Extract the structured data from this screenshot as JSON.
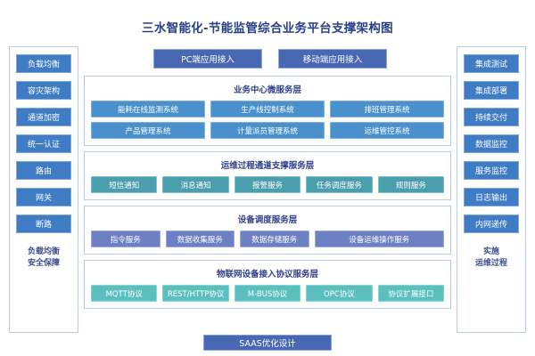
{
  "title": "三水智能化-节能监管综合业务平台支撑架构图",
  "access": {
    "items": [
      {
        "label": "PC端应用接入"
      },
      {
        "label": "移动端应用接入"
      }
    ]
  },
  "left_column": {
    "items": [
      {
        "label": "负载均衡"
      },
      {
        "label": "容灾架构"
      },
      {
        "label": "通道加密"
      },
      {
        "label": "统一认证"
      },
      {
        "label": "路由"
      },
      {
        "label": "网关"
      },
      {
        "label": "断路"
      }
    ],
    "caption_line1": "负载均衡",
    "caption_line2": "安全保障"
  },
  "right_column": {
    "items": [
      {
        "label": "集成测试"
      },
      {
        "label": "集成部署"
      },
      {
        "label": "持续交付"
      },
      {
        "label": "数据监控"
      },
      {
        "label": "服务监控"
      },
      {
        "label": "日志输出"
      },
      {
        "label": "内网递传"
      }
    ],
    "caption_line1": "实施",
    "caption_line2": "运维过程"
  },
  "layers": [
    {
      "id": "business",
      "title": "业务中心微服务层",
      "color": "#4a90cd",
      "rows": [
        [
          "能耗在线监测系统",
          "生产线控制系统",
          "排班管理系统"
        ],
        [
          "产品管理系统",
          "计量派员管理系统",
          "运维管控系统"
        ]
      ]
    },
    {
      "id": "channel",
      "title": "运维过程通道支撑服务层",
      "color": "#4a9eae",
      "rows": [
        [
          "短信通知",
          "消息通知",
          "报警服务",
          "任务调度服务",
          "规则服务"
        ]
      ]
    },
    {
      "id": "device",
      "title": "设备调度服务层",
      "color": "#6d80c3",
      "rows": [
        [
          "指令服务",
          "数据收集服务",
          "数据存储服务",
          "设备运维操作服务"
        ]
      ]
    },
    {
      "id": "protocol",
      "title": "物联网设备接入协议服务层",
      "color": "#5bc0bd",
      "rows": [
        [
          "MQTT协议",
          "REST/HTTP协议",
          "M-BUS协议",
          "OPC协议",
          "协议扩展接口"
        ]
      ]
    }
  ],
  "footer": {
    "label": "SAAS优化设计"
  }
}
